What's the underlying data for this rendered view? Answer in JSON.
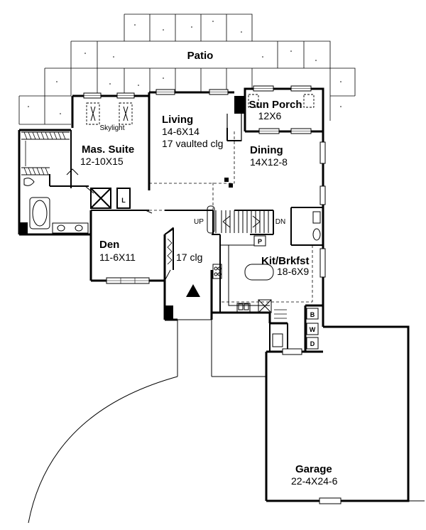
{
  "plan": {
    "rooms": {
      "patio": {
        "name": "Patio"
      },
      "sun_porch": {
        "name": "Sun Porch",
        "dims": "12X6"
      },
      "living": {
        "name": "Living",
        "dims": "14-6X14",
        "note": "17 vaulted clg"
      },
      "dining": {
        "name": "Dining",
        "dims": "14X12-8"
      },
      "master_suite": {
        "name": "Mas. Suite",
        "dims": "12-10X15",
        "feature": "Skylight"
      },
      "den": {
        "name": "Den",
        "dims": "11-6X11"
      },
      "foyer": {
        "note": "17 clg"
      },
      "kitchen": {
        "name": "Kit/Brkfst",
        "dims": "18-6X9"
      },
      "garage": {
        "name": "Garage",
        "dims": "22-4X24-6"
      }
    },
    "labels": {
      "up": "UP",
      "down": "DN",
      "linen": "L",
      "pantry": "P",
      "bench": "B",
      "washer": "W",
      "dryer": "D"
    }
  },
  "colors": {
    "ink": "#000000",
    "paper": "#ffffff"
  }
}
